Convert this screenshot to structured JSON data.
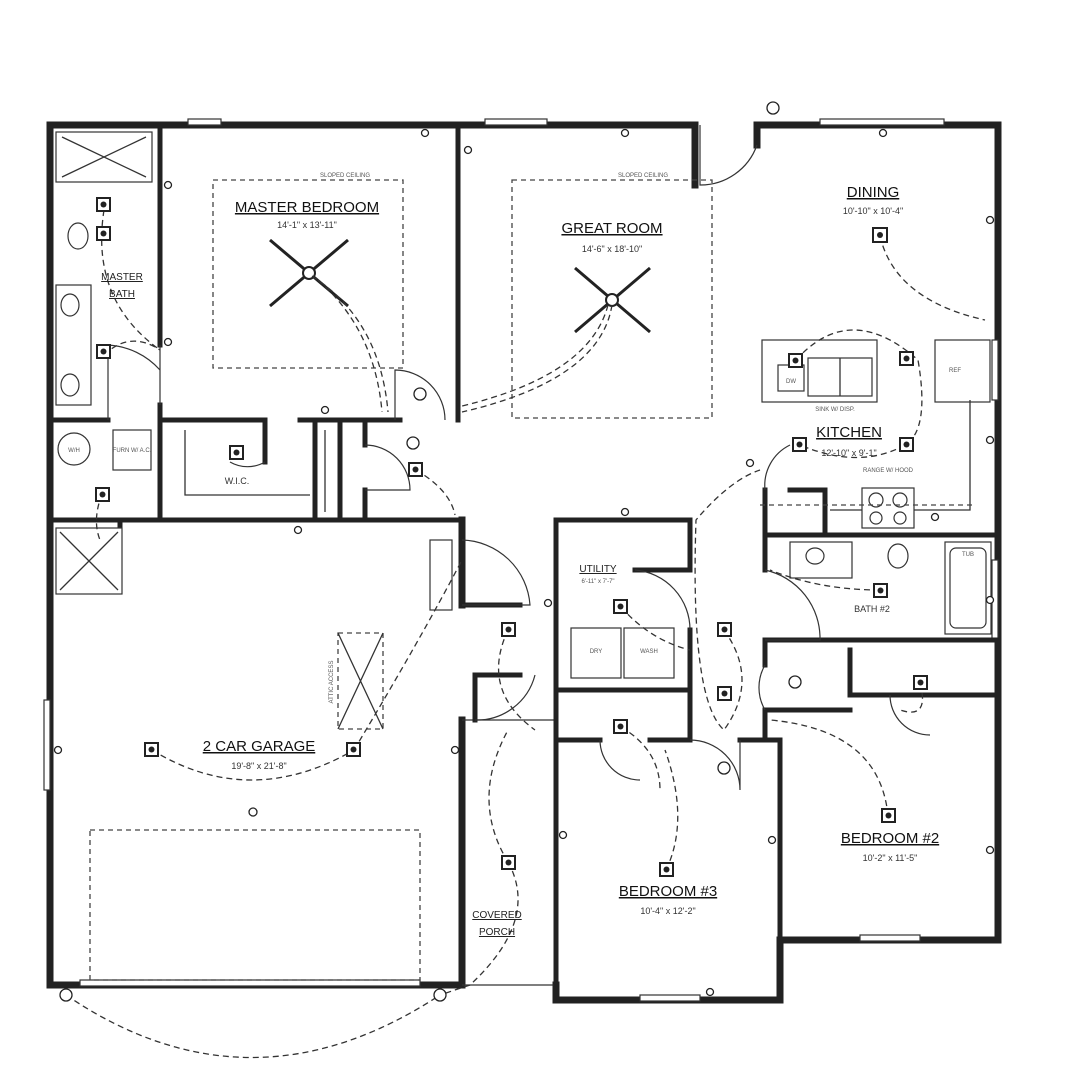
{
  "rooms": {
    "master_bedroom": {
      "name": "MASTER BEDROOM",
      "dim": "14'-1\" x 13'-11\""
    },
    "great_room": {
      "name": "GREAT ROOM",
      "dim": "14'-6\" x 18'-10\""
    },
    "dining": {
      "name": "DINING",
      "dim": "10'-10\" x 10'-4\""
    },
    "kitchen": {
      "name": "KITCHEN",
      "dim": "12'-10\" x 9'-1\""
    },
    "master_bath": {
      "name_line1": "MASTER",
      "name_line2": "BATH"
    },
    "wic": {
      "name": "W.I.C."
    },
    "utility": {
      "name": "UTILITY",
      "dim": "6'-11\" x 7'-7\""
    },
    "bath2": {
      "name": "BATH #2"
    },
    "garage": {
      "name": "2 CAR GARAGE",
      "dim": "19'-8\" x 21'-8\""
    },
    "bedroom3": {
      "name": "BEDROOM #3",
      "dim": "10'-4\" x 12'-2\""
    },
    "bedroom2": {
      "name": "BEDROOM #2",
      "dim": "10'-2\" x 11'-5\""
    },
    "porch": {
      "name_line1": "COVERED",
      "name_line2": "PORCH"
    }
  },
  "notes": {
    "ceiling_mb": "SLOPED CEILING",
    "ceiling_gr": "SLOPED CEILING",
    "sink_note": "SINK W/ DISP.",
    "range_note": "RANGE W/ HOOD",
    "attic_access": "ATTIC ACCESS",
    "ref": "REF",
    "dw": "DW",
    "dry": "DRY",
    "wash": "WASH",
    "tub": "TUB",
    "water_heater": "W/H",
    "furnace": "FURN W/ A.C."
  },
  "colors": {
    "line": "#222222",
    "background": "#ffffff"
  }
}
